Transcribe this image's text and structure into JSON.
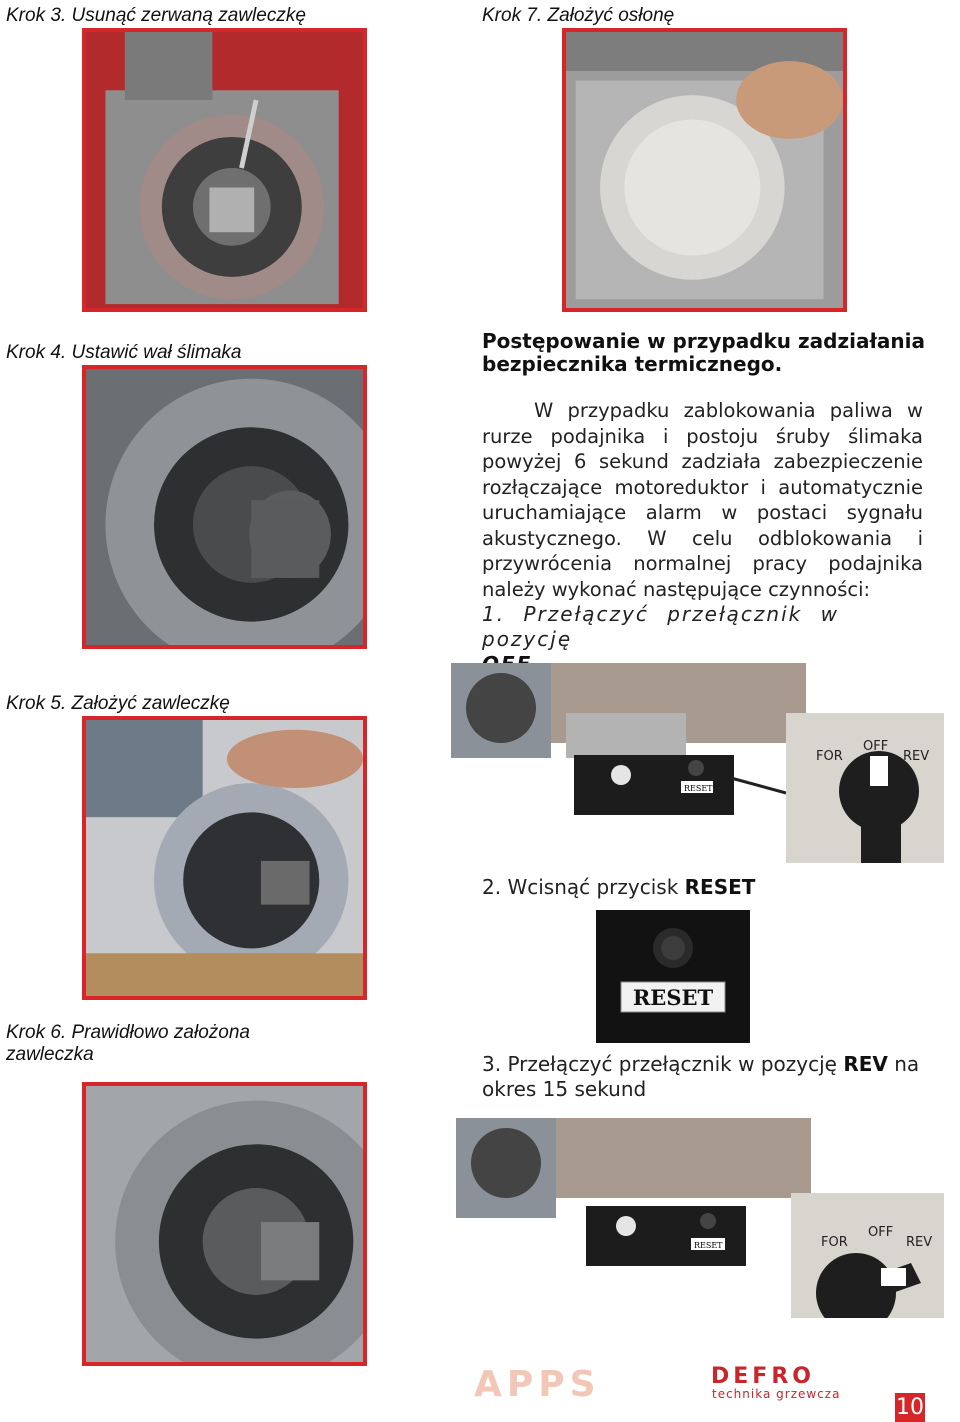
{
  "steps": {
    "step3": "Krok 3. Usunąć zerwaną zawleczkę",
    "step4": "Krok 4. Ustawić wał ślimaka",
    "step5": "Krok 5. Założyć zawleczkę",
    "step6": "Krok 6. Prawidłowo założona zawleczka",
    "step7": "Krok 7. Założyć osłonę"
  },
  "procedure": {
    "heading": "Postępowanie w przypadku zadziałania bezpiecznika termicznego.",
    "paragraph": "W przypadku zablokowania paliwa w rurze podajnika i postoju śruby ślimaka powyżej 6 sekund zadziała zabezpieczenie rozłączające motoreduktor i automatycznie uruchamiające alarm w postaci sygnału akustycznego. W celu odblokowania i przywrócenia normalnej pracy podajnika należy wykonać następujące czynności:",
    "item1_text": "1. Przełączyć przełącznik w pozycję",
    "item1_bold": "OFF",
    "item2_text": "2. Wcisnąć przycisk",
    "item2_bold": "RESET",
    "item3_text": "3. Przełączyć przełącznik w pozycję",
    "item3_bold": "REV",
    "item3_tail": "na okres 15 sekund"
  },
  "panel_labels": {
    "reset": "RESET",
    "for": "FOR",
    "off": "OFF",
    "rev": "REV"
  },
  "footer": {
    "apps": "APPS",
    "defro": "DEFRO",
    "tagline": "technika grzewcza",
    "page_number": "10"
  },
  "colors": {
    "accent_red": "#d7262a",
    "background": "#ffffff"
  }
}
